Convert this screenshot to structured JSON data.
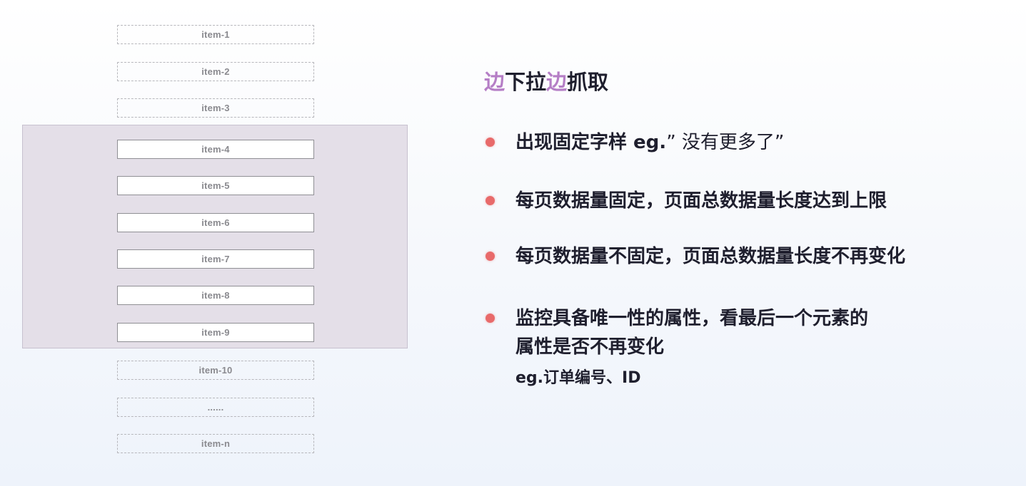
{
  "diagram": {
    "items": [
      {
        "label": "item-1",
        "in_view": false
      },
      {
        "label": "item-2",
        "in_view": false
      },
      {
        "label": "item-3",
        "in_view": false
      },
      {
        "label": "item-4",
        "in_view": true
      },
      {
        "label": "item-5",
        "in_view": true
      },
      {
        "label": "item-6",
        "in_view": true
      },
      {
        "label": "item-7",
        "in_view": true
      },
      {
        "label": "item-8",
        "in_view": true
      },
      {
        "label": "item-9",
        "in_view": true
      },
      {
        "label": "item-10",
        "in_view": false
      },
      {
        "label": "......",
        "in_view": false
      },
      {
        "label": "item-n",
        "in_view": false
      }
    ]
  },
  "panel": {
    "heading": {
      "part1": "边",
      "part2": "下拉",
      "part3": "边",
      "part4": "抓取"
    },
    "bullets": [
      {
        "main": "出现固定字样 eg.",
        "quoted": "” 没有更多了”"
      },
      {
        "main": "每页数据量固定，页面总数据量长度达到上限"
      },
      {
        "main": "每页数据量不固定，页面总数据量长度不再变化"
      },
      {
        "line1": "监控具备唯一性的属性，看最后一个元素的",
        "line2": "属性是否不再变化",
        "example": "eg.订单编号、ID"
      }
    ]
  },
  "colors": {
    "accent": "#b57ec6",
    "bullet_dot": "#e86a6a",
    "viewport_fill": "#e4dfe8",
    "text": "#1f1f2e",
    "item_text": "#8a8a8f"
  }
}
